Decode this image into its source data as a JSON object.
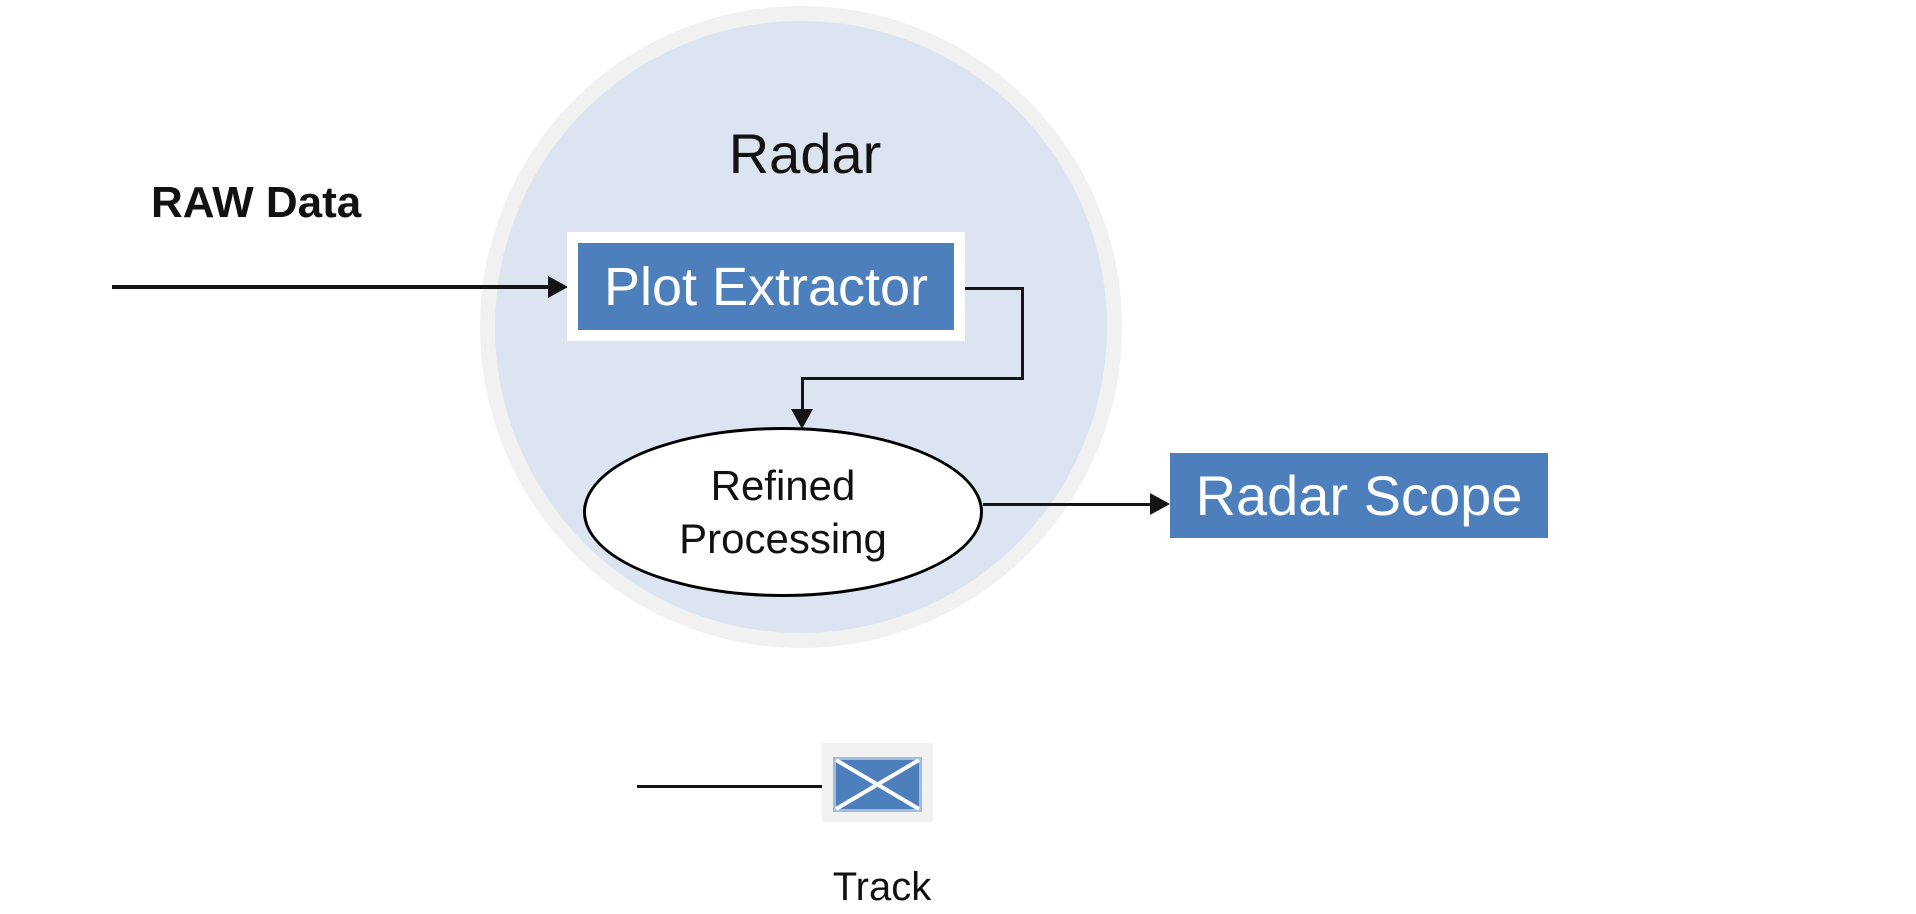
{
  "colors": {
    "node_blue": "#4d7fbd",
    "node_blue_light": "#a3bcdc",
    "circle_fill": "#dbe4f0",
    "circle_ring": "#f1f1f1",
    "icon_bg": "#f2f2f2",
    "line_black": "#141414",
    "text_black": "#121212",
    "text_white": "#ffffff"
  },
  "nodes": [
    {
      "id": "radar",
      "label": "Radar",
      "type": "system-boundary-circle"
    },
    {
      "id": "plot-extractor",
      "label": "Plot Extractor",
      "type": "process-box"
    },
    {
      "id": "refined-processing",
      "label": "Refined Processing",
      "type": "process-ellipse"
    },
    {
      "id": "radar-scope",
      "label": "Radar Scope",
      "type": "output-box"
    },
    {
      "id": "track",
      "label": "Track",
      "type": "crossed-box-symbol"
    }
  ],
  "edges": [
    {
      "from": "raw-input",
      "to": "plot-extractor",
      "label": "RAW Data",
      "arrow": true
    },
    {
      "from": "plot-extractor",
      "to": "refined-processing",
      "label": "",
      "arrow": true
    },
    {
      "from": "refined-processing",
      "to": "radar-scope",
      "label": "",
      "arrow": true
    },
    {
      "from": "legend-line",
      "to": "track",
      "label": "",
      "arrow": false
    }
  ],
  "icons": [
    {
      "name": "track-crossed-box-icon",
      "meaning": "blue rectangle with white X (track symbol)"
    }
  ]
}
